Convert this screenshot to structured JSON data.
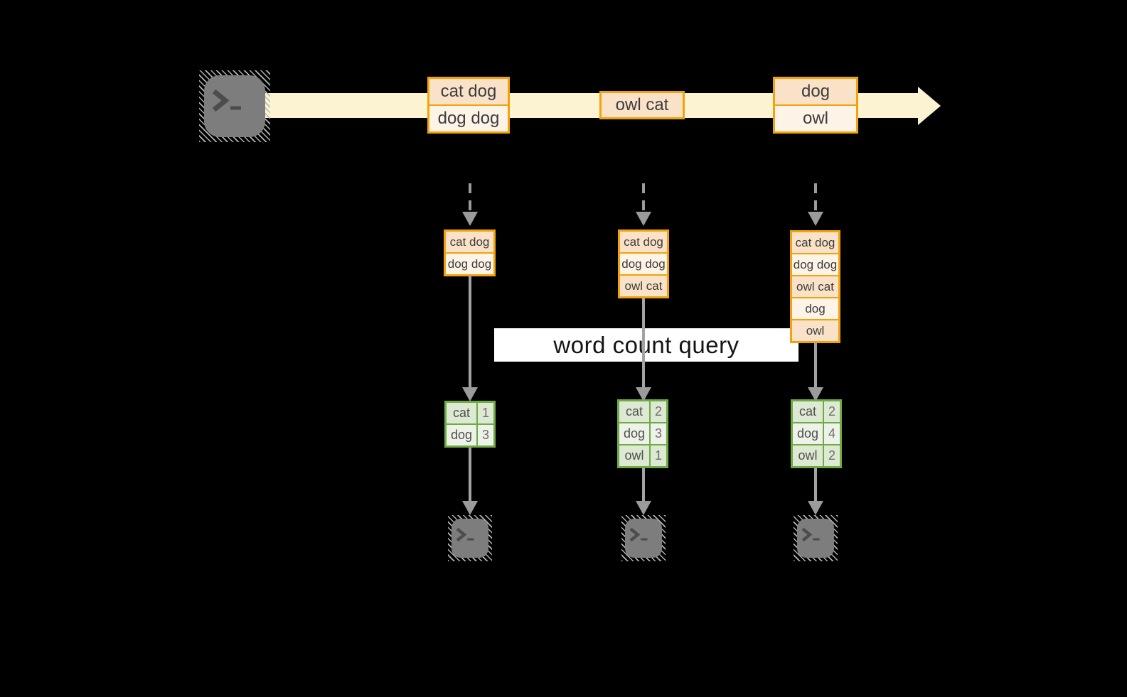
{
  "query": {
    "label": "word count query"
  },
  "stream": {
    "batches": [
      {
        "rows": [
          "cat dog",
          "dog dog"
        ]
      },
      {
        "rows": [
          "owl cat"
        ]
      },
      {
        "rows": [
          "dog",
          "owl"
        ]
      }
    ]
  },
  "states": [
    {
      "rows": [
        "cat dog",
        "dog dog"
      ]
    },
    {
      "rows": [
        "cat dog",
        "dog dog",
        "owl cat"
      ]
    },
    {
      "rows": [
        "cat dog",
        "dog dog",
        "owl cat",
        "dog",
        "owl"
      ]
    }
  ],
  "results": [
    {
      "rows": [
        {
          "word": "cat",
          "count": "1"
        },
        {
          "word": "dog",
          "count": "3"
        }
      ]
    },
    {
      "rows": [
        {
          "word": "cat",
          "count": "2"
        },
        {
          "word": "dog",
          "count": "3"
        },
        {
          "word": "owl",
          "count": "1"
        }
      ]
    },
    {
      "rows": [
        {
          "word": "cat",
          "count": "2"
        },
        {
          "word": "dog",
          "count": "4"
        },
        {
          "word": "owl",
          "count": "2"
        }
      ]
    }
  ],
  "icons": {
    "source": "terminal-icon",
    "sinks": [
      "terminal-icon",
      "terminal-icon",
      "terminal-icon"
    ]
  },
  "colors": {
    "background": "#000000",
    "stream_band": "#fbf3d2",
    "orange_border": "#f0a30b",
    "row_peach": "#f9e2c7",
    "row_cream": "#fdf3e7",
    "green_border": "#6faa46",
    "green_cell_dark": "#dde9d2",
    "green_cell_light": "#eef3e9",
    "arrow_gray": "#9b9b9b",
    "terminal_gray": "#7d7d7d",
    "query_bg": "#ffffff"
  }
}
